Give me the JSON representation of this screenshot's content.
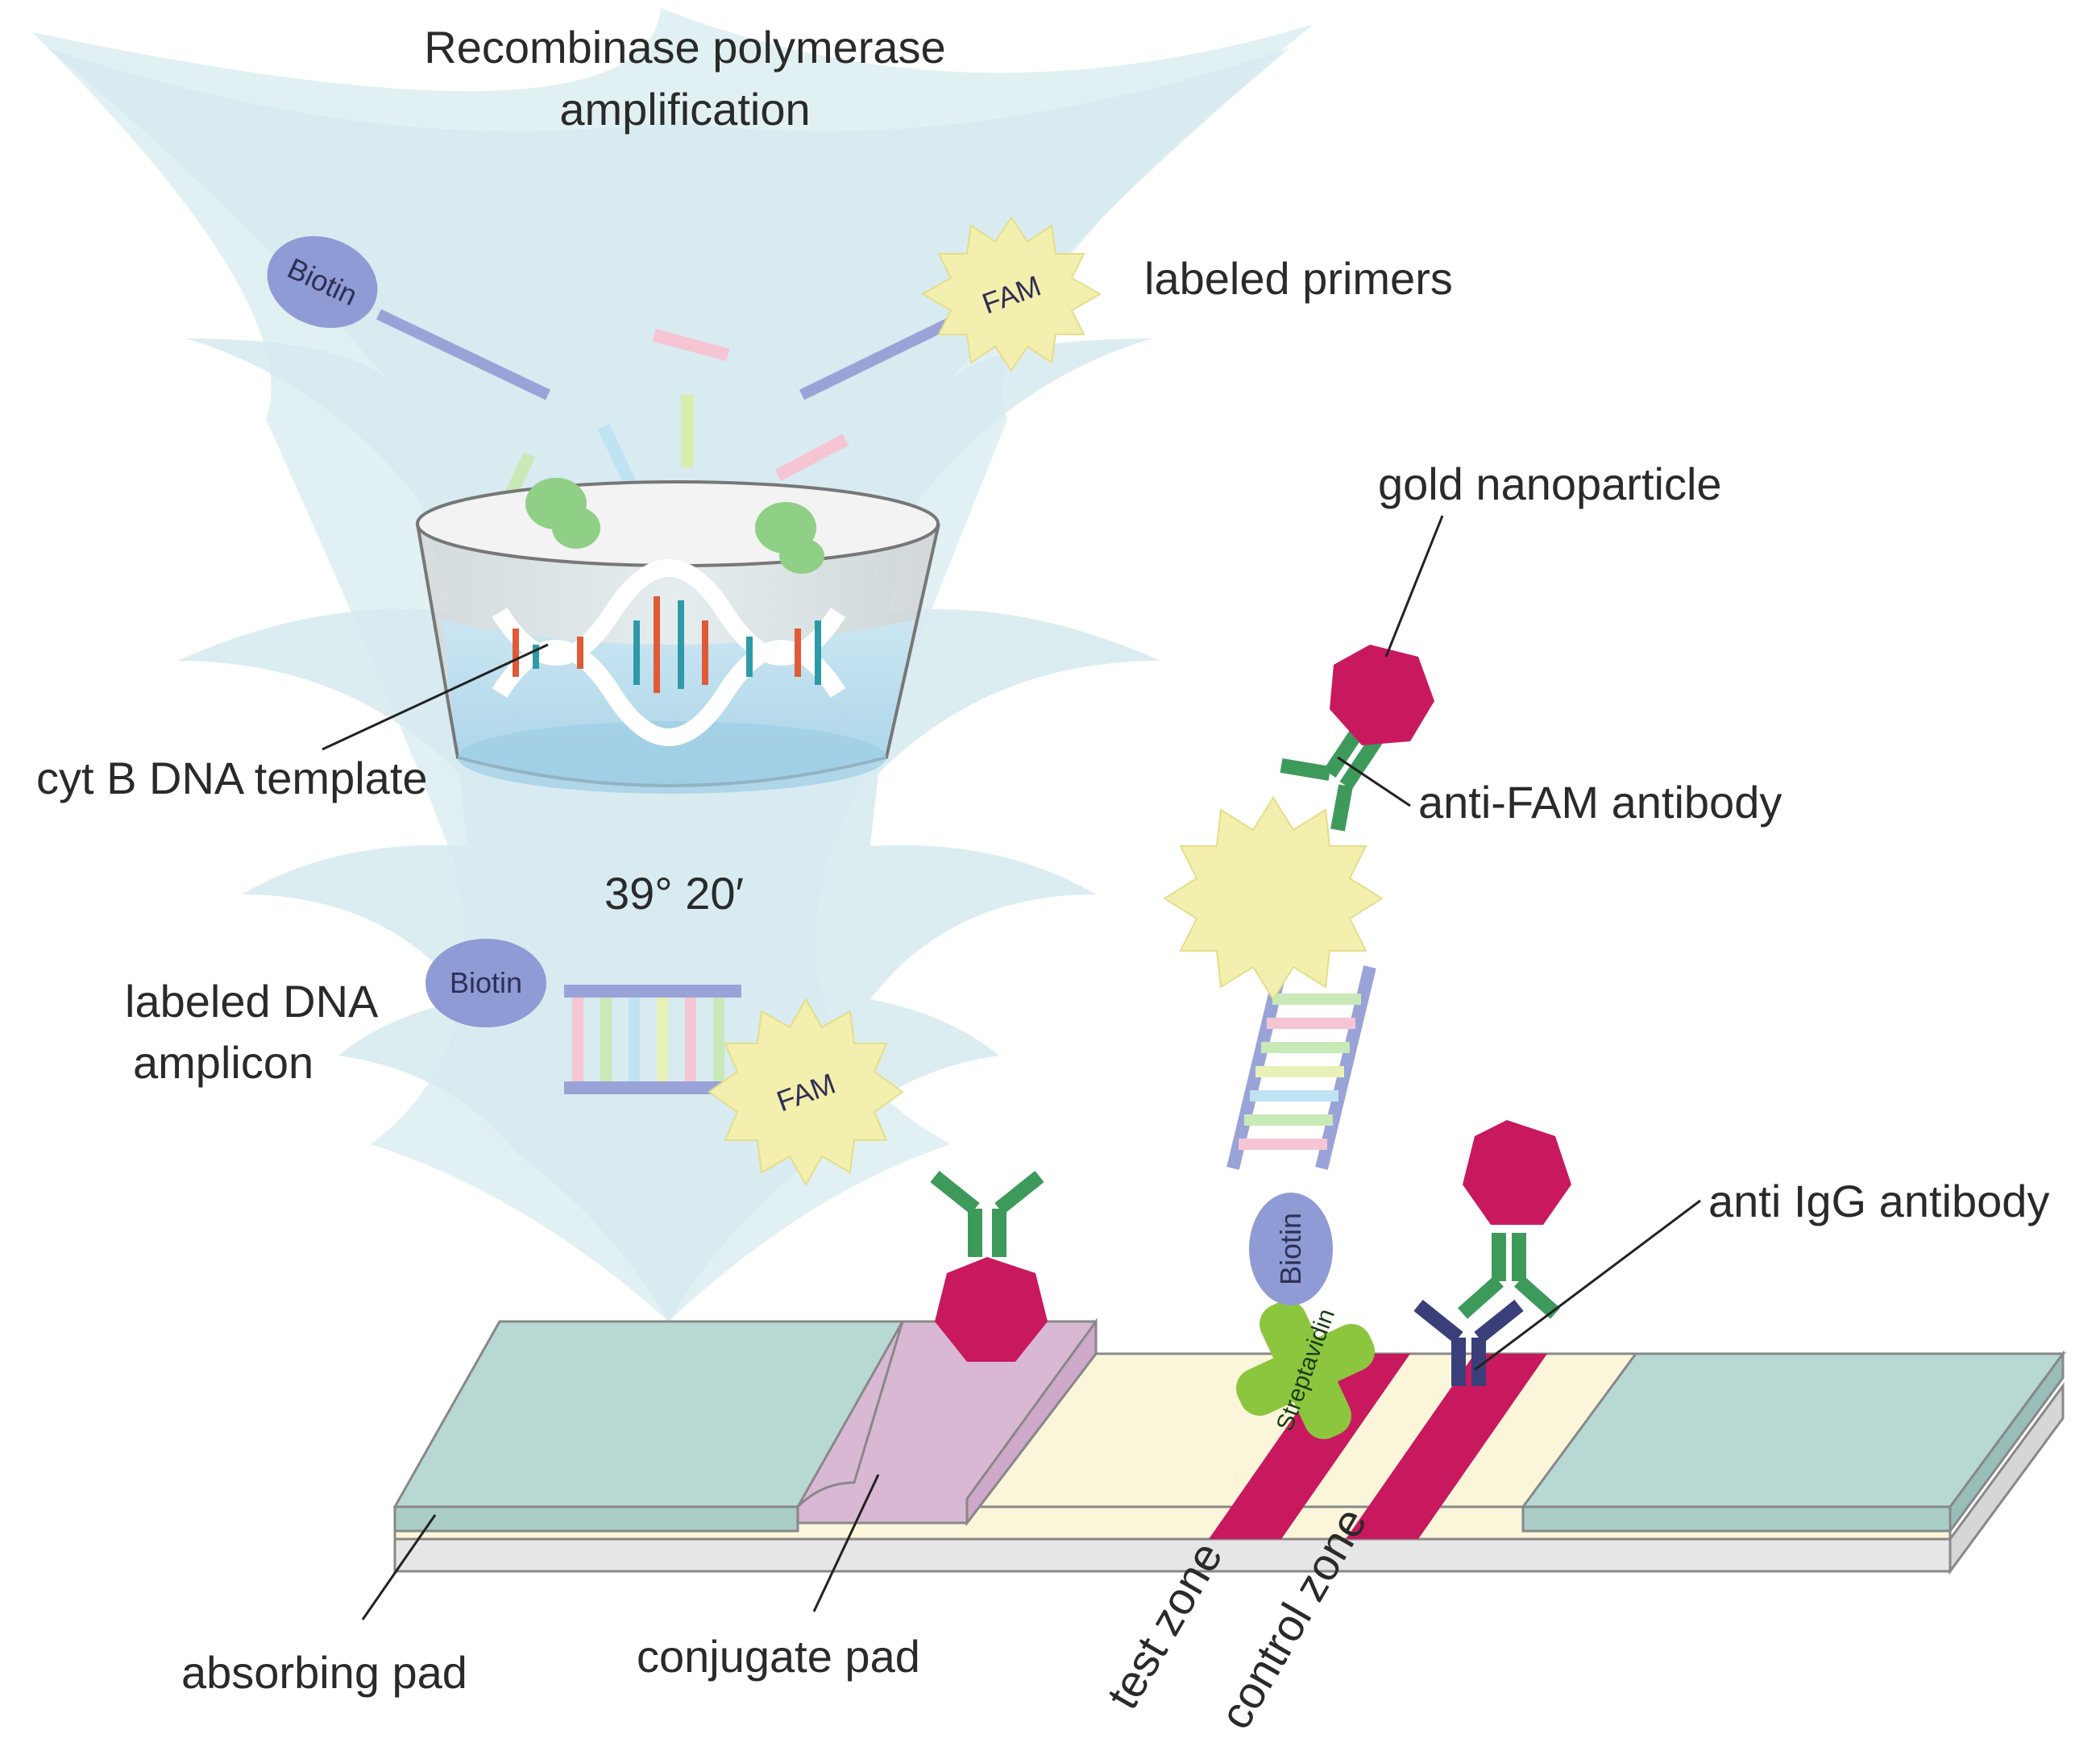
{
  "title": {
    "line1": "Recombinase polymerase",
    "line2": "amplification"
  },
  "labels": {
    "labeled_primers": "labeled primers",
    "template": "cyt B DNA template",
    "temperature_time": "39° 20′",
    "amplicon_line1": "labeled DNA",
    "amplicon_line2": "amplicon",
    "gold_nanoparticle": "gold nanoparticle",
    "anti_fam": "anti-FAM antibody",
    "anti_igg": "anti IgG antibody",
    "absorbing_pad": "absorbing pad",
    "conjugate_pad": "conjugate pad",
    "test_zone": "test zone",
    "control_zone": "control zone"
  },
  "tags": {
    "biotin": "Biotin",
    "fam": "FAM",
    "streptavidin": "Streptavidin"
  },
  "colors": {
    "funnel": "#dbeef0",
    "biotin": "#8e9bd4",
    "fam": "#f3efae",
    "gold": "#c8195e",
    "antibody_green": "#3e9a5b",
    "antibody_navy": "#3a3f7a",
    "streptavidin": "#8cc63f",
    "pad_teal": "#b8d8d4",
    "pad_pink": "#d9b8d4",
    "strip_cream": "#fbf6da",
    "zone_line": "#c8195e"
  }
}
